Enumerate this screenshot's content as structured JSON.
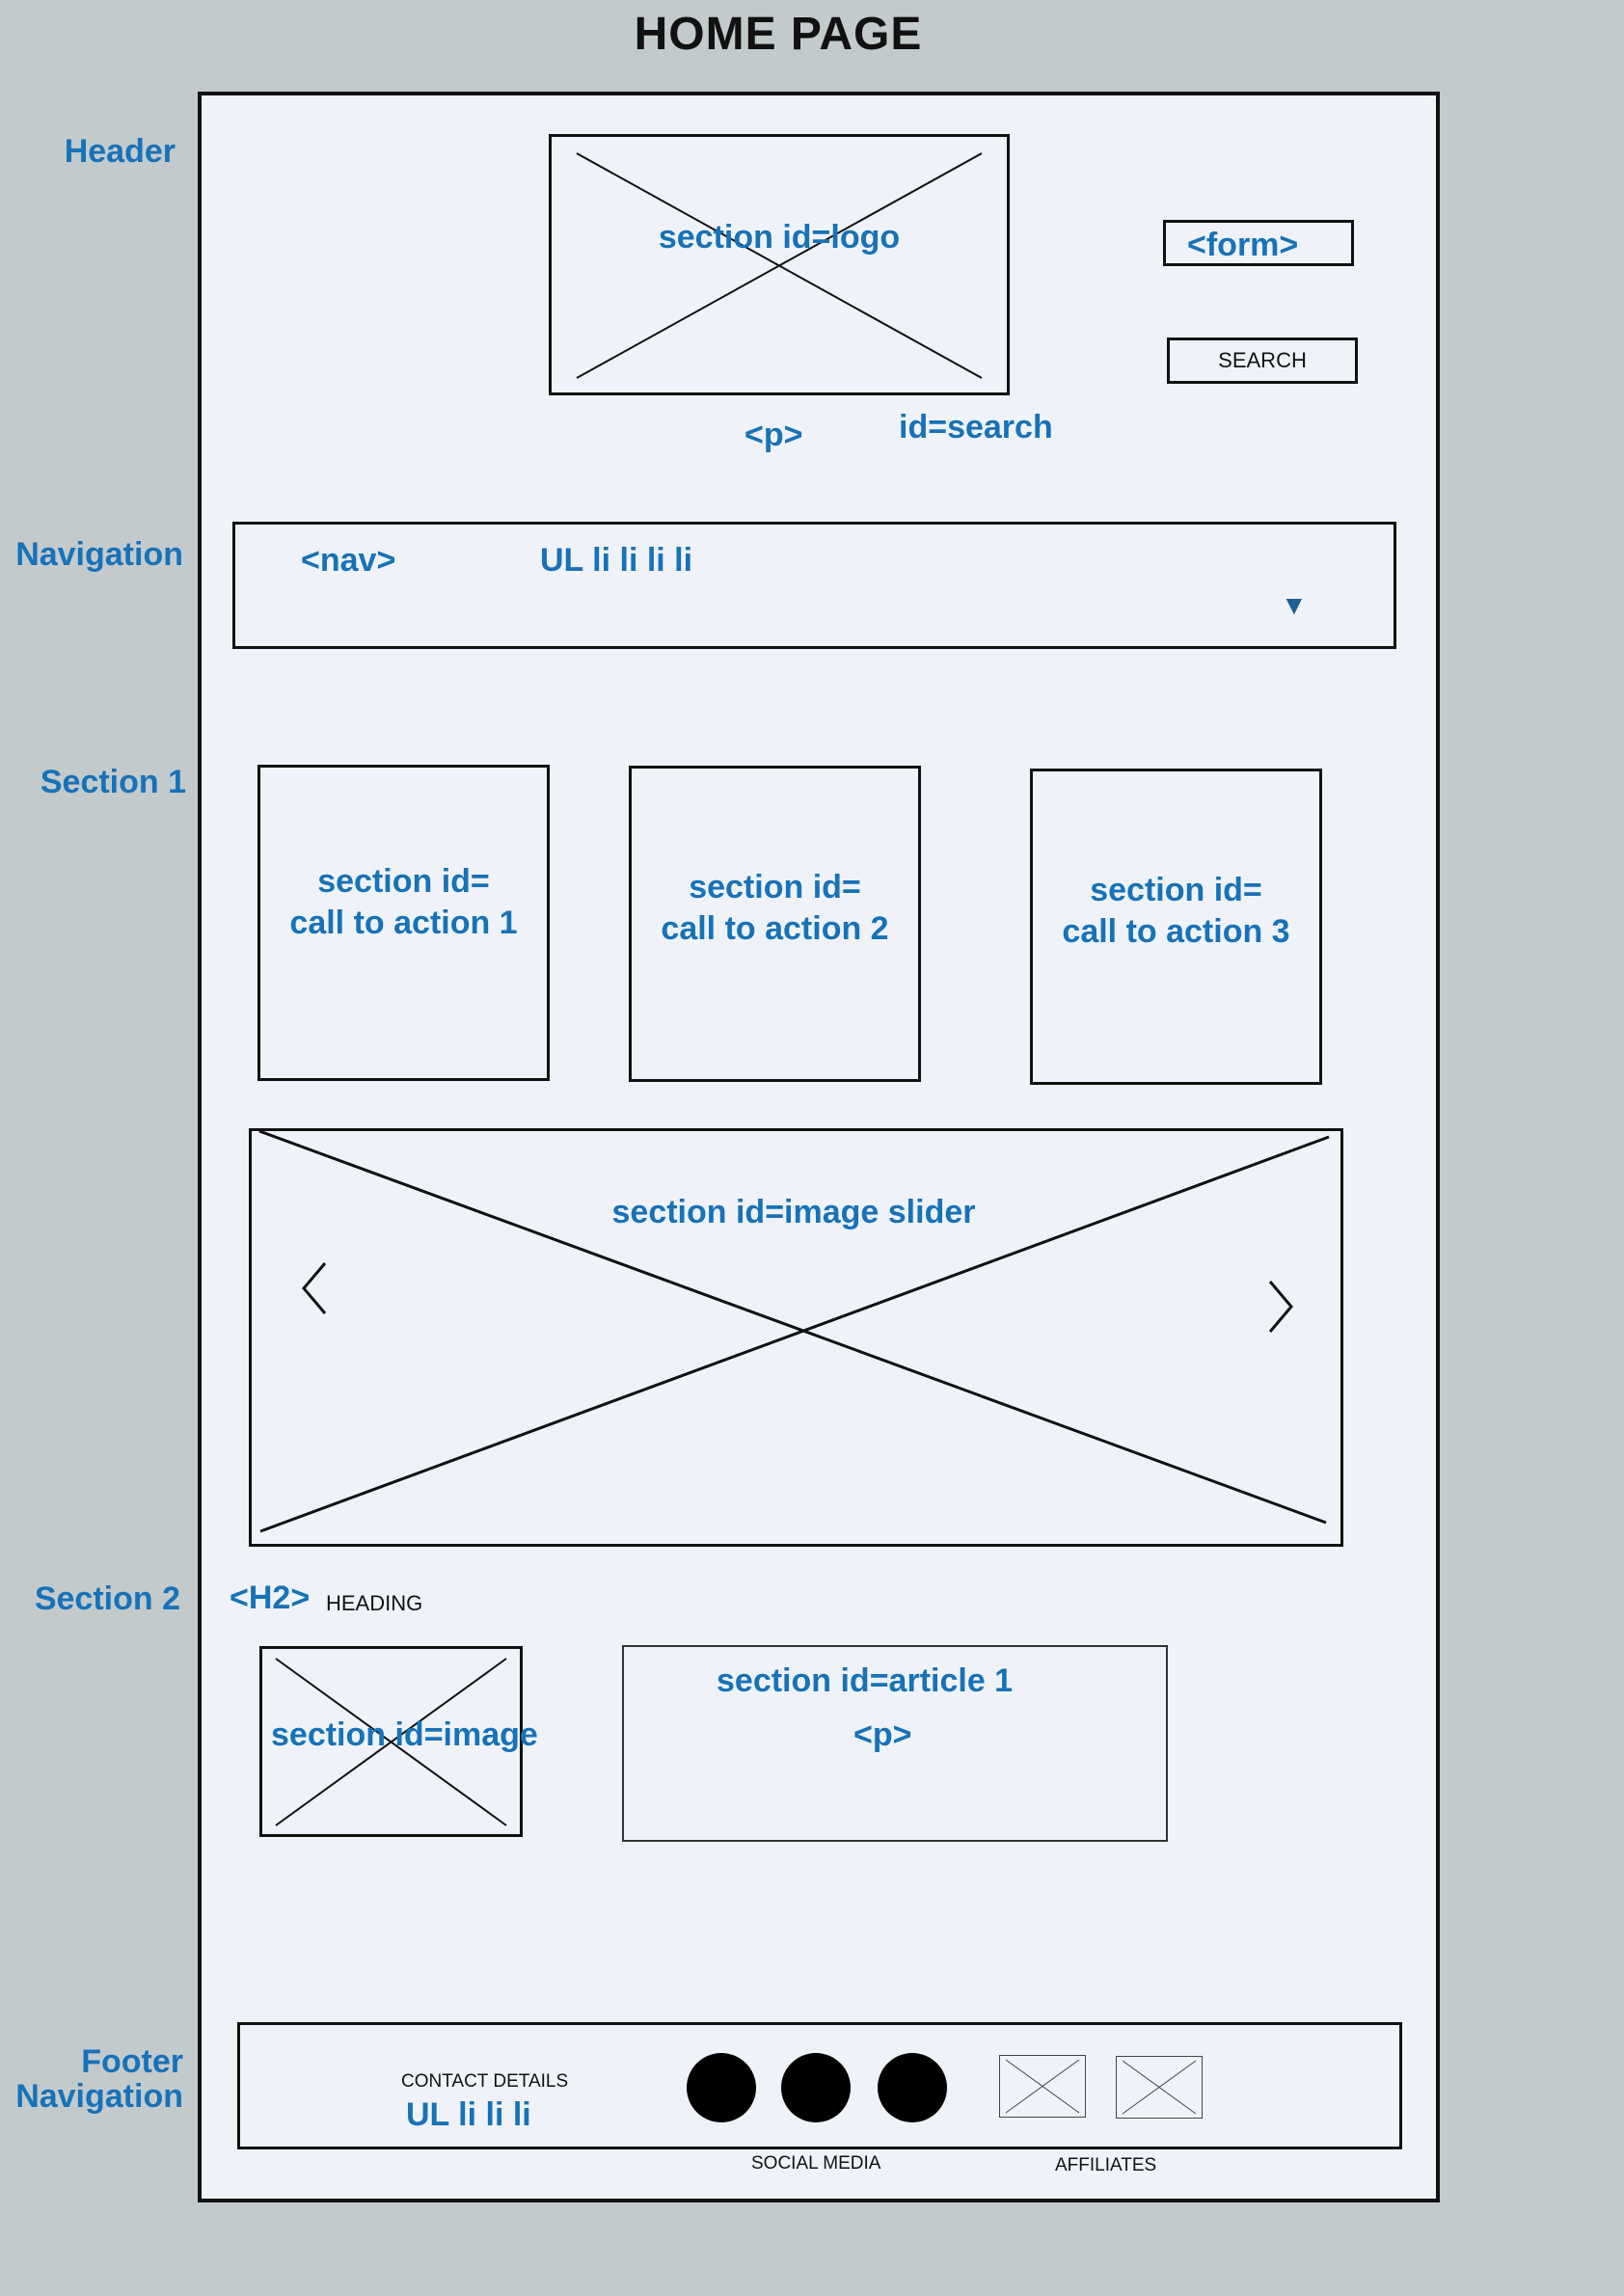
{
  "title": "HOME PAGE",
  "labels": {
    "header": "Header",
    "navigation": "Navigation",
    "section1": "Section 1",
    "section2": "Section 2",
    "footer_line1": "Footer",
    "footer_line2": "Navigation"
  },
  "header": {
    "logo": "section id=logo",
    "p_tag": "<p>",
    "form_tag": "<form>",
    "search_button": "SEARCH",
    "search_id": "id=search"
  },
  "navigation": {
    "nav_tag": "<nav>",
    "list": "UL li li li li",
    "dropdown_glyph": "▼"
  },
  "section1": {
    "cta": [
      {
        "line1": "section id=",
        "line2": "call to action 1"
      },
      {
        "line1": "section id=",
        "line2": "call to action 2"
      },
      {
        "line1": "section id=",
        "line2": "call to action 3"
      }
    ],
    "slider": "section id=image slider",
    "slider_prev": "‹",
    "slider_next": "›"
  },
  "section2": {
    "h2_tag": "<H2>",
    "heading": "HEADING",
    "image": "section id=image",
    "article": "section id=article 1",
    "article_p": "<p>"
  },
  "footer": {
    "contact": "CONTACT DETAILS",
    "list": "UL li li li",
    "social": "SOCIAL MEDIA",
    "affiliates": "AFFILIATES"
  }
}
